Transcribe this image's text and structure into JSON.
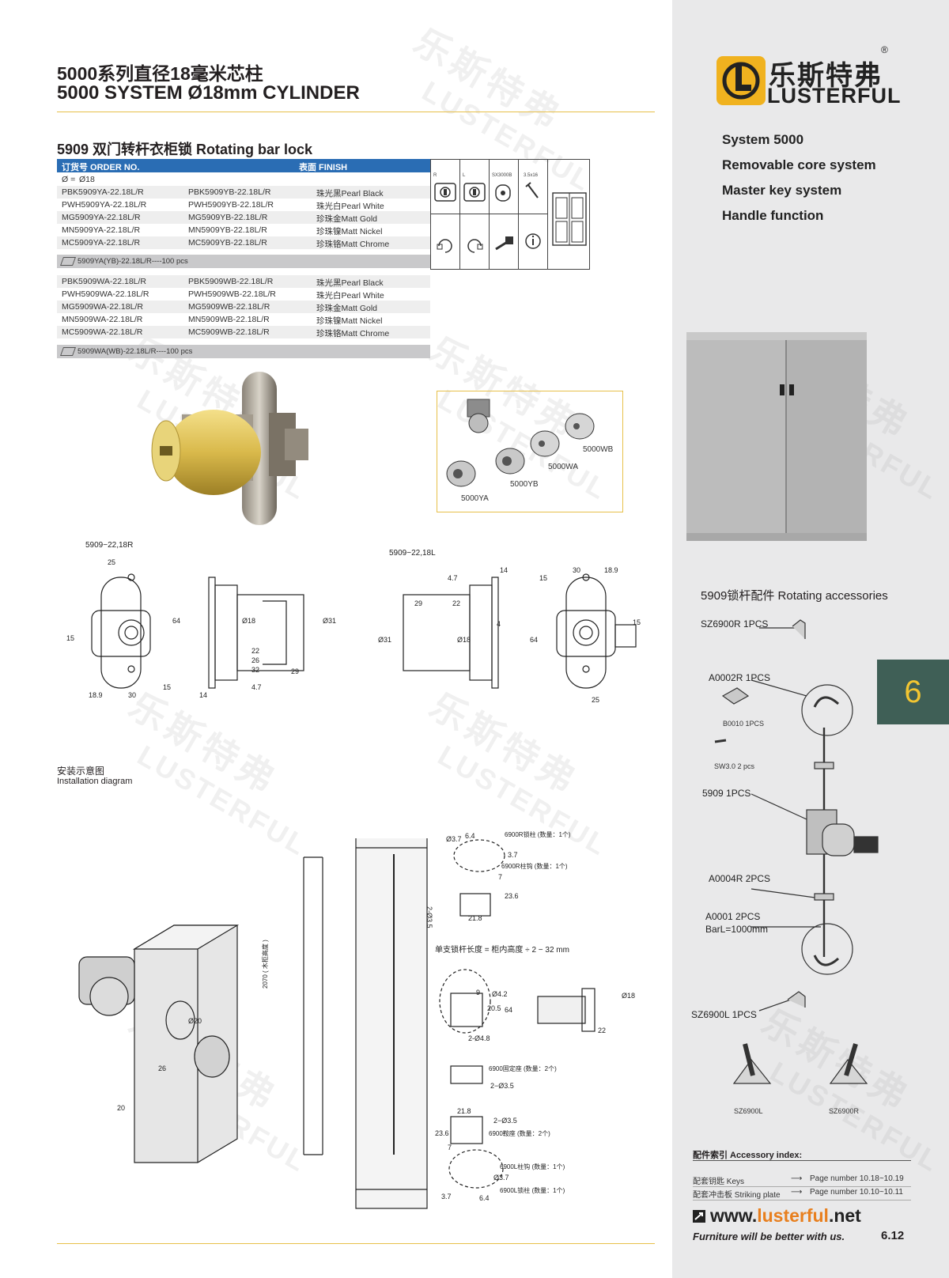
{
  "header": {
    "title_cn": "5000系列直径18毫米芯柱",
    "title_en": "5000 SYSTEM Ø18mm CYLINDER"
  },
  "product": {
    "title": "5909 双门转杆衣柜锁 Rotating bar lock"
  },
  "order_table": {
    "col_order": "订货号 ORDER NO.",
    "col_finish": "表面 FINISH",
    "dia_label": "Ø =",
    "dia_value": "Ø18",
    "group_a": [
      {
        "left": "PBK5909YA-22.18L/R",
        "right": "PBK5909YB-22.18L/R",
        "finish": "珠光黑Pearl Black"
      },
      {
        "left": "PWH5909YA-22.18L/R",
        "right": "PWH5909YB-22.18L/R",
        "finish": "珠光白Pearl White"
      },
      {
        "left": "MG5909YA-22.18L/R",
        "right": "MG5909YB-22.18L/R",
        "finish": "珍珠金Matt Gold"
      },
      {
        "left": "MN5909YA-22.18L/R",
        "right": "MN5909YB-22.18L/R",
        "finish": "珍珠镍Matt Nickel"
      },
      {
        "left": "MC5909YA-22.18L/R",
        "right": "MC5909YB-22.18L/R",
        "finish": "珍珠铬Matt Chrome"
      }
    ],
    "pack_a": "5909YA(YB)-22.18L/R----100 pcs",
    "group_b": [
      {
        "left": "PBK5909WA-22.18L/R",
        "right": "PBK5909WB-22.18L/R",
        "finish": "珠光黑Pearl Black"
      },
      {
        "left": "PWH5909WA-22.18L/R",
        "right": "PWH5909WB-22.18L/R",
        "finish": "珠光白Pearl White"
      },
      {
        "left": "MG5909WA-22.18L/R",
        "right": "MG5909WB-22.18L/R",
        "finish": "珍珠金Matt Gold"
      },
      {
        "left": "MN5909WA-22.18L/R",
        "right": "MN5909WB-22.18L/R",
        "finish": "珍珠镍Matt Nickel"
      },
      {
        "left": "MC5909WA-22.18L/R",
        "right": "MC5909WB-22.18L/R",
        "finish": "珍珠铬Matt Chrome"
      }
    ],
    "pack_b": "5909WA(WB)-22.18L/R----100 pcs"
  },
  "icon_grid": {
    "label_r": "R",
    "label_l": "L",
    "label_key": "SX3000B",
    "label_screw": "3.5x16"
  },
  "cores": {
    "ya": "5000YA",
    "yb": "5000YB",
    "wa": "5000WA",
    "wb": "5000WB"
  },
  "drawings": {
    "right_model": "5909−22,18R",
    "left_model": "5909−22,18L",
    "r_dims": [
      "25",
      "64",
      "15",
      "18.9",
      "30",
      "15",
      "Ø18",
      "Ø31",
      "22",
      "26",
      "32",
      "29",
      "14",
      "4.7"
    ],
    "l_dims": [
      "4.7",
      "14",
      "29",
      "22",
      "Ø31",
      "Ø18",
      "4",
      "15",
      "30",
      "18.9",
      "64",
      "15",
      "25"
    ]
  },
  "install": {
    "title_cn": "安装示意图",
    "title_en": "Installation diagram",
    "dia20": "Ø20",
    "d26": "26",
    "d20": "20",
    "height": "2070 ( 木柜高度 )",
    "bar_len_note": "单支锁杆长度 = 柜内高度 ÷ 2 − 32 mm",
    "top_part_a": "6900R锁柱 (数量：1个)",
    "top_part_b": "6900R柱钩 (数量：1个)",
    "top_dims": [
      "Ø3.7",
      "6.4",
      "3.7",
      "7",
      "23.6",
      "2-Ø3.5",
      "21.8"
    ],
    "mid_dims": [
      "9",
      "Ø4.2",
      "20.5",
      "64",
      "2-Ø4.8"
    ],
    "lock_dims": [
      "Ø18",
      "22"
    ],
    "fix_part": "6900固定座 (数量：2个)",
    "fix_dim": "2−Ø3.5",
    "bot_dims": [
      "21.8",
      "2−Ø3.5",
      "23.6",
      "7"
    ],
    "bot_part_a": "6900鞍座 (数量：2个)",
    "bot_part_b": "6900L柱钩 (数量：1个)",
    "bot_part_c": "6900L锁柱 (数量：1个)",
    "bot_dims_2": [
      "Ø3.7",
      "3.7",
      "6.4"
    ]
  },
  "brand": {
    "name_cn": "乐斯特弗",
    "name_en": "LUSTERFUL",
    "registered": "®",
    "watermark_cn": "乐斯特弗",
    "watermark_en": "LUSTERFUL"
  },
  "features": [
    "System 5000",
    "Removable core system",
    "Master key system",
    "Handle function"
  ],
  "accessories": {
    "title": "5909锁杆配件 Rotating accessories",
    "parts": {
      "sz6900r": "SZ6900R 1PCS",
      "a0002r": "A0002R 1PCS",
      "b0010": "B0010 1PCS",
      "sw30": "SW3.0  2 pcs",
      "p5909": "5909 1PCS",
      "a0004r": "A0004R 2PCS",
      "a0001": "A0001 2PCS",
      "barl": "BarL=1000mm",
      "sz6900l": "SZ6900L 1PCS",
      "sz6900l_s": "SZ6900L",
      "sz6900r_s": "SZ6900R"
    }
  },
  "page_tab": "6",
  "accessory_index": {
    "title": "配件索引 Accessory index:",
    "rows": [
      {
        "label": "配套钥匙 Keys",
        "page": "Page number 10.18~10.19"
      },
      {
        "label": "配套冲击板 Striking plate",
        "page": "Page number 10.10~10.11"
      }
    ]
  },
  "footer": {
    "url_a": "www.",
    "url_b": "lusterful",
    "url_c": ".net",
    "slogan": "Furniture will be better with us.",
    "page_no": "6.12"
  },
  "colors": {
    "blue_header": "#2a6db4",
    "gold": "#e7c04a",
    "tab_green": "#3f5f56",
    "tab_yellow": "#f2c531",
    "url_orange": "#e87f1e",
    "right_bg": "#e9e9ea"
  }
}
